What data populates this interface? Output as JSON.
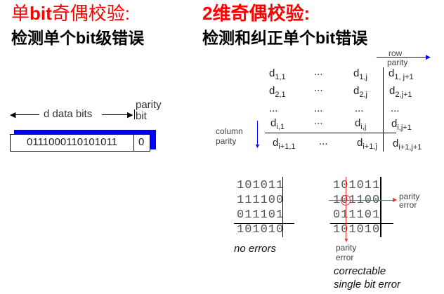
{
  "left": {
    "title_prefix": "单",
    "title_bold": "bit",
    "title_suffix": "奇偶校验:",
    "subtitle_prefix": "检测单个",
    "subtitle_bold": "bit",
    "subtitle_suffix": "级错误",
    "data_bits_label": "d data bits",
    "parity_label_1": "parity",
    "parity_label_2": "bit",
    "data_bits_value": "0111000110101011",
    "parity_bit_value": "0"
  },
  "right": {
    "title": "2维奇偶校验:",
    "subtitle_prefix": "检测和纠正单个",
    "subtitle_bold": "bit",
    "subtitle_suffix": "错误",
    "row_parity_1": "row",
    "row_parity_2": "parity",
    "column_parity_1": "column",
    "column_parity_2": "parity",
    "matrix": [
      [
        "d1,1",
        "...",
        "d1,j",
        "d1, j+1"
      ],
      [
        "d2,1",
        "...",
        "d2,j",
        "d2,j+1"
      ],
      [
        "...",
        "...",
        "...",
        "..."
      ],
      [
        "di,1",
        "...",
        "di,j",
        "di,j+1"
      ],
      [
        "di+1,1",
        "...",
        "di+1,j",
        "di+1,j+1"
      ]
    ],
    "example_no_errors": {
      "rows": [
        "10101|1",
        "11110|0",
        "01110|1",
        "10101|0"
      ],
      "caption": "no errors"
    },
    "example_error": {
      "rows": [
        "10101|1",
        "10110|0",
        "01110|1",
        "10101|0"
      ],
      "row_error_label_1": "parity",
      "row_error_label_2": "error",
      "col_error_label_1": "parity",
      "col_error_label_2": "error",
      "caption_1": "correctable",
      "caption_2": "single bit error"
    }
  },
  "colors": {
    "title_red": "#ff0000",
    "accent_blue": "#0000ff",
    "error_red": "#e33333"
  }
}
